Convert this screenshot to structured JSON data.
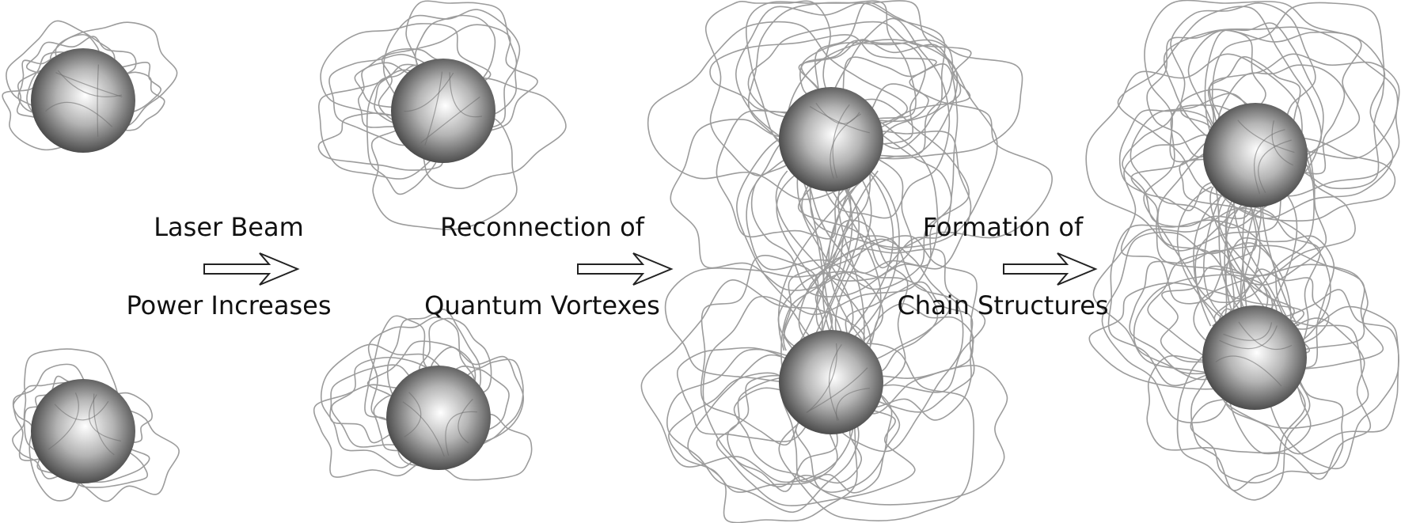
{
  "steps": [
    {
      "top": "Laser Beam",
      "bottom": "Power Increases"
    },
    {
      "top": "Reconnection of",
      "bottom": "Quantum Vortexes"
    },
    {
      "top": "Formation of",
      "bottom": "Chain Structures"
    }
  ],
  "colors": {
    "sphere_light": "#ffffff",
    "sphere_mid": "#9a9a9a",
    "sphere_dark": "#2e2e2e",
    "vortex_line": "#9c9c9c",
    "arrow_stroke": "#222222",
    "text": "#111111"
  }
}
